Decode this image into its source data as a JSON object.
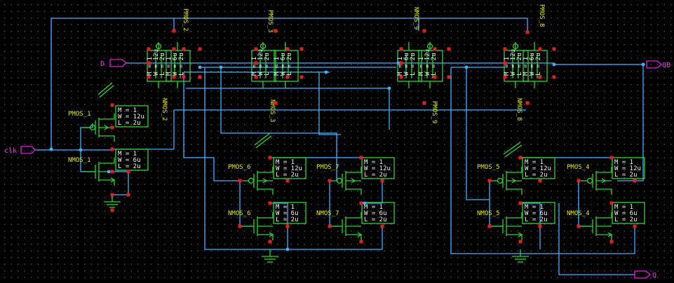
{
  "colors": {
    "background": "#000000",
    "wire": "#3fb2ff",
    "device": "#2ad62a",
    "pin": "#e01ee0",
    "node": "#e02020",
    "device_label": "#e6e600",
    "param_text": "#f2f2f2",
    "ground": "#2ad62a"
  },
  "pins": {
    "d": "D",
    "clk": "clk",
    "qb": "QB",
    "q": "Q"
  },
  "devices": {
    "pmos_1": {
      "name": "PMOS_1",
      "m": "M = 1",
      "w": "W = 12u",
      "l": "L = 2u"
    },
    "nmos_1": {
      "name": "NMOS_1",
      "m": "M = 1",
      "w": "W = 6u",
      "l": "L = 2u"
    },
    "pmos_2": {
      "name": "PMOS_2",
      "m": "M = 1",
      "w": "W = 12u",
      "l": "L = 2u"
    },
    "nmos_2": {
      "name": "NMOS_2",
      "m": "M = 1",
      "w": "W = 6u",
      "l": "L = 2u"
    },
    "pmos_3": {
      "name": "PMOS_3",
      "m": "M = 1",
      "w": "W = 12u",
      "l": "L = 2u"
    },
    "nmos_3": {
      "name": "NMOS_3",
      "m": "M = 1",
      "w": "W = 6u",
      "l": "L = 2u"
    },
    "nmos_9": {
      "name": "NMOS_9",
      "m": "M = 1",
      "w": "W = 6u",
      "l": "L = 2u"
    },
    "pmos_9": {
      "name": "PMOS_9",
      "m": "M = 1",
      "w": "W = 12u",
      "l": "L = 2u"
    },
    "pmos_8": {
      "name": "PMOS_8",
      "m": "M = 1",
      "w": "W = 12u",
      "l": "L = 2u"
    },
    "nmos_8": {
      "name": "NMOS_8",
      "m": "M = 1",
      "w": "W = 6u",
      "l": "L = 2u"
    },
    "pmos_6": {
      "name": "PMOS_6",
      "m": "M = 1",
      "w": "W = 12u",
      "l": "L = 2u"
    },
    "nmos_6": {
      "name": "NMOS_6",
      "m": "M = 1",
      "w": "W = 6u",
      "l": "L = 2u"
    },
    "pmos_7": {
      "name": "PMOS_7",
      "m": "M = 1",
      "w": "W = 12u",
      "l": "L = 2u"
    },
    "nmos_7": {
      "name": "NMOS_7",
      "m": "M = 1",
      "w": "W = 6u",
      "l": "L = 2u"
    },
    "pmos_5": {
      "name": "PMOS_5",
      "m": "M = 1",
      "w": "W = 12u",
      "l": "L = 2u"
    },
    "nmos_5": {
      "name": "NMOS_5",
      "m": "M = 1",
      "w": "W = 6u",
      "l": "L = 2u"
    },
    "pmos_4": {
      "name": "PMOS_4",
      "m": "M = 1",
      "w": "W = 12u",
      "l": "L = 2u"
    },
    "nmos_4": {
      "name": "NMOS_4",
      "m": "M = 1",
      "w": "W = 6u",
      "l": "L = 2u"
    }
  }
}
